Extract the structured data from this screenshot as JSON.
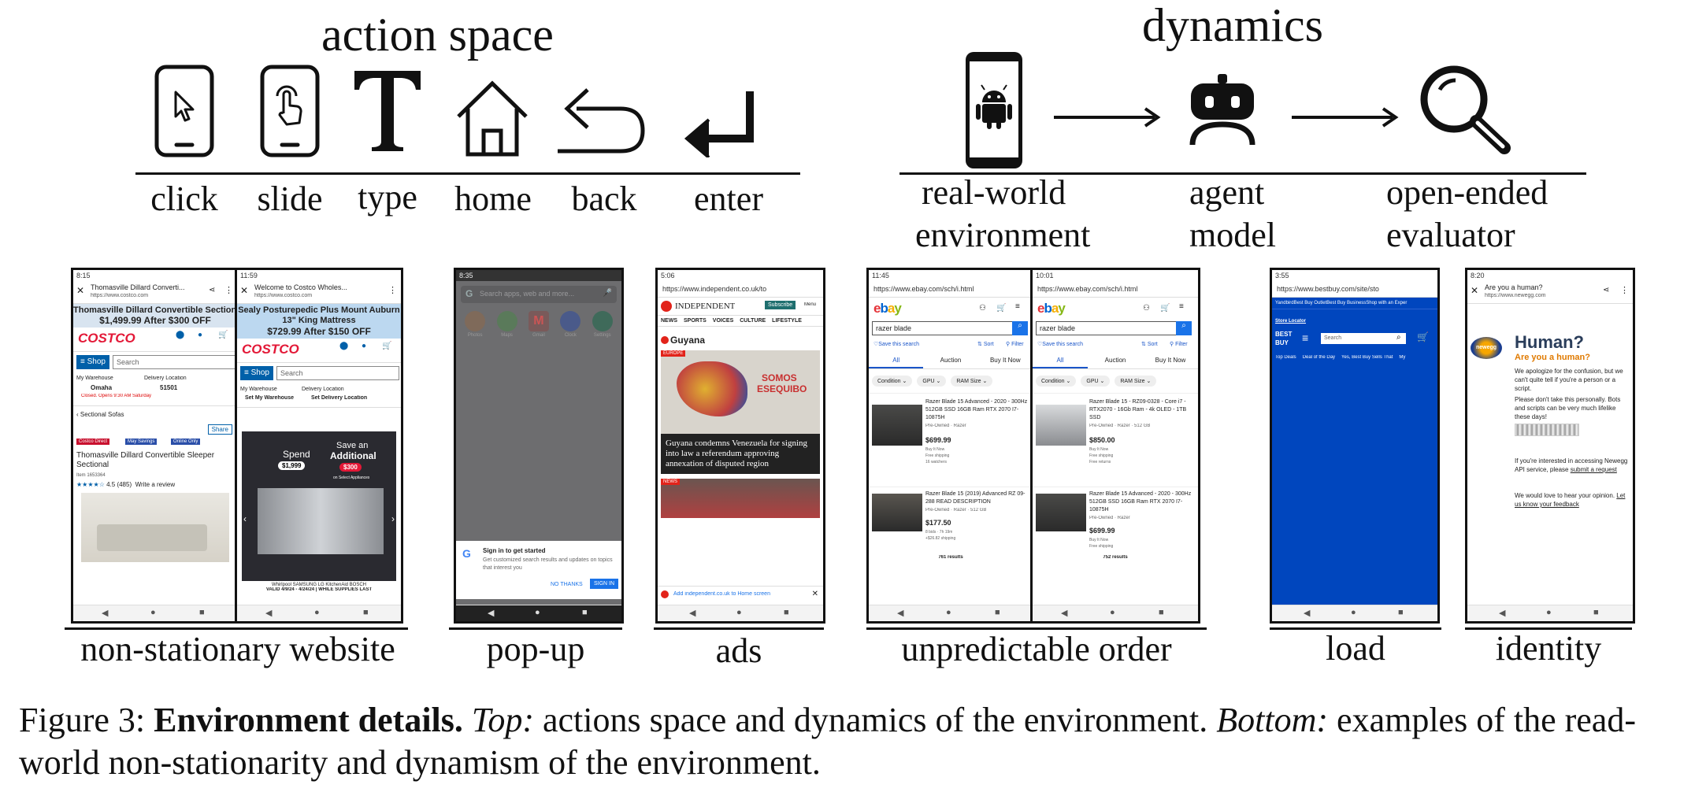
{
  "top": {
    "action_space_title": "action space",
    "dynamics_title": "dynamics",
    "actions": [
      {
        "label": "click",
        "icon": "phone-cursor-icon"
      },
      {
        "label": "slide",
        "icon": "phone-swipe-icon"
      },
      {
        "label": "type",
        "icon": "type-t-icon"
      },
      {
        "label": "home",
        "icon": "home-icon"
      },
      {
        "label": "back",
        "icon": "back-arrow-icon"
      },
      {
        "label": "enter",
        "icon": "enter-arrow-icon"
      }
    ],
    "dynamics": [
      {
        "label_line1": "real-world",
        "label_line2": "environment",
        "icon": "android-phone-icon"
      },
      {
        "label_line1": "agent",
        "label_line2": "model",
        "icon": "robot-icon"
      },
      {
        "label_line1": "open-ended",
        "label_line2": "evaluator",
        "icon": "magnifier-icon"
      }
    ]
  },
  "bottom": {
    "groups": [
      {
        "label": "non-stationary website"
      },
      {
        "label": "pop-up"
      },
      {
        "label": "ads"
      },
      {
        "label": "unpredictable order"
      },
      {
        "label": "load"
      },
      {
        "label": "identity"
      }
    ]
  },
  "screens": {
    "costco1": {
      "time": "8:15",
      "tab": "Thomasville Dillard Converti...",
      "url": "https://www.costco.com",
      "banner": "Thomasville Dillard Convertible Sectional",
      "banner_price": "$1,499.99 After $300 OFF",
      "logo": "COSTCO",
      "shop": "Shop",
      "search": "Search",
      "warehouse": "My Warehouse",
      "warehouse_val": "Omaha",
      "closed": "Closed. Opens 9:30 AM Saturday",
      "delivery": "Delivery Location",
      "delivery_val": "51501",
      "back": "Sectional Sofas",
      "share": "Share",
      "tag1": "Costco Direct",
      "tag2": "May Savings",
      "tag3": "Online Only",
      "product": "Thomasville Dillard Convertible Sleeper Sectional",
      "item": "Item 1653364",
      "rating": "4.5 (485)",
      "review": "Write a review"
    },
    "costco2": {
      "time": "11:59",
      "tab": "Welcome to Costco Wholes...",
      "url": "https://www.costco.com",
      "banner": "Sealy Posturepedic Plus Mount Auburn 13\" King Mattress",
      "banner_price": "$729.99 After $150 OFF",
      "logo": "COSTCO",
      "shop": "Shop",
      "search": "Search",
      "warehouse": "My Warehouse",
      "warehouse_val": "Set My Warehouse",
      "delivery": "Delivery Location",
      "delivery_val": "Set Delivery Location",
      "spend": "Spend",
      "spend_amt": "$1,999",
      "save": "Save an",
      "save2": "Additional",
      "save_amt": "$300",
      "select": "on Select Appliances",
      "brands": "Whirlpool SAMSUNG LG KitchenAid BOSCH",
      "dates": "VALID 4/9/24 - 4/24/24 | WHILE SUPPLIES LAST"
    },
    "popup": {
      "time": "8:35",
      "search_placeholder": "Search apps, web and more...",
      "apps": [
        "Photos",
        "Maps",
        "Gmail",
        "Clock",
        "Settings"
      ],
      "sign_title": "Sign in to get started",
      "sign_body": "Get customized search results and updates on topics that interest you",
      "no_thanks": "NO THANKS",
      "sign_in": "SIGN IN"
    },
    "ads": {
      "time": "5:06",
      "url": "https://www.independent.co.uk/to",
      "logo": "INDEPENDENT",
      "subscribe": "Subscribe",
      "menu": "Menu",
      "nav": [
        "NEWS",
        "SPORTS",
        "VOICES",
        "CULTURE",
        "LIFESTYLE"
      ],
      "section": "Guyana",
      "tag": "EUROPE",
      "img_text1": "SOMOS",
      "img_text2": "ESEQUIBO",
      "headline": "Guyana condemns Venezuela for signing into law a referendum approving annexation of disputed region",
      "tag2": "NEWS",
      "add_home": "Add independent.co.uk to Home screen"
    },
    "ebay1": {
      "time": "11:45",
      "url": "https://www.ebay.com/sch/i.html",
      "logo": "ebay",
      "query": "razer blade",
      "save": "Save this search",
      "sort": "Sort",
      "filter": "Filter",
      "tabs": [
        "All",
        "Auction",
        "Buy It Now"
      ],
      "chips": [
        "Condition",
        "GPU",
        "RAM Size"
      ],
      "items": [
        {
          "title": "Razer Blade 15 Advanced - 2020 - 300Hz 512GB SSD 16GB Ram RTX 2070 I7-10875H",
          "cond": "Pre-Owned · Razer",
          "price": "$699.99",
          "m1": "Buy It Now",
          "m2": "Free shipping",
          "m3": "16 watchers"
        },
        {
          "title": "Razer Blade 15 (2019) Advanced RZ 09-288 READ DESCRIPTION",
          "cond": "Pre-Owned · Razer · 512 GB",
          "price": "$177.50",
          "m1": "8 bids · 7h 19m",
          "m2": "+$26.82 shipping",
          "m3": ""
        }
      ],
      "results": "761 results"
    },
    "ebay2": {
      "time": "10:01",
      "url": "https://www.ebay.com/sch/i.html",
      "logo": "ebay",
      "query": "razer blade",
      "save": "Save this search",
      "sort": "Sort",
      "filter": "Filter",
      "tabs": [
        "All",
        "Auction",
        "Buy It Now"
      ],
      "chips": [
        "Condition",
        "GPU",
        "RAM Size"
      ],
      "items": [
        {
          "title": "Razer Blade 15 - RZ09-0328 - Core i7 - RTX2070 - 16Gb Ram - 4k OLED - 1TB SSD",
          "cond": "Pre-Owned · Razer · 512 GB",
          "price": "$850.00",
          "m1": "Buy It Now",
          "m2": "Free shipping",
          "m3": "Free returns"
        },
        {
          "title": "Razer Blade 15 Advanced - 2020 - 300Hz 512GB SSD 16GB Ram RTX 2070 I7-10875H",
          "cond": "Pre-Owned · Razer",
          "price": "$699.99",
          "m1": "Buy It Now",
          "m2": "Free shipping",
          "m3": ""
        }
      ],
      "results": "752 results"
    },
    "bestbuy": {
      "time": "3:55",
      "url": "https://www.bestbuy.com/site/sto",
      "top_links": "YandbirdBest Buy OutletBest Buy BusinessShop with an Exper",
      "store_locator": "Store Locator",
      "logo1": "BEST",
      "logo2": "BUY",
      "search": "Search",
      "nav": [
        "Top Deals",
        "Deal of the Day",
        "Yes, Best Buy Sells That",
        "My"
      ]
    },
    "newegg": {
      "time": "8:20",
      "tab": "Are you a human?",
      "url": "https://www.newegg.com",
      "logo": "newegg",
      "h1": "Human?",
      "h2": "Are you a human?",
      "p1": "We apologize for the confusion, but we can't quite tell if you're a person or a script.",
      "p2": "Please don't take this personally. Bots and scripts can be very much lifelike these days!",
      "p3_pre": "If you're interested in accessing Newegg API service, please",
      "p3_link": "submit a request",
      "p4_pre": "We would love to hear your opinion.",
      "p4_link": "Let us know your feedback"
    }
  },
  "caption": {
    "prefix": "Figure 3: ",
    "bold": "Environment details.",
    "top_label": "Top:",
    "top_text": " actions space and dynamics of the environment. ",
    "bottom_label": "Bottom:",
    "bottom_text": " examples of the read-world non-stationarity and dynamism of the environment."
  }
}
